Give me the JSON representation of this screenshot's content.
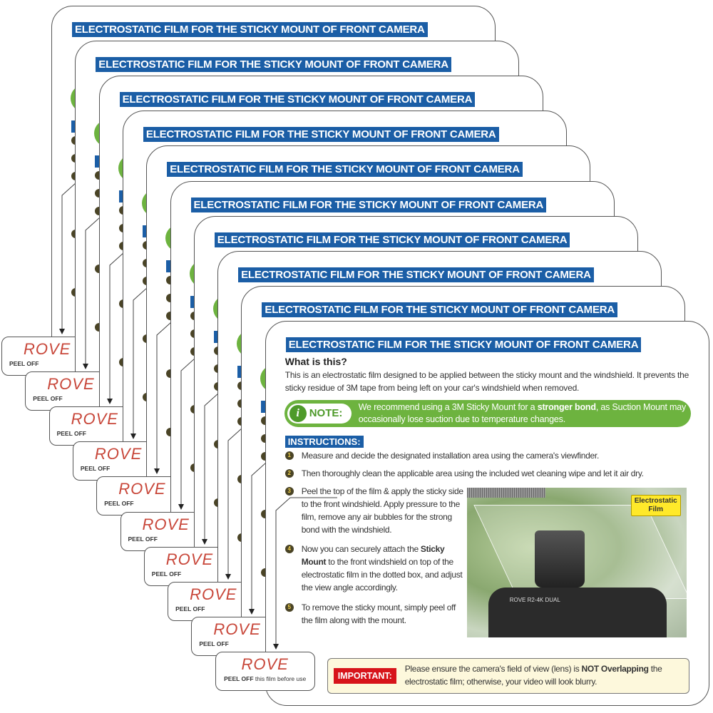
{
  "card": {
    "title": "ELECTROSTATIC FILM FOR THE STICKY MOUNT OF FRONT CAMERA",
    "what_heading": "What is this?",
    "what_text": "This is an electrostatic film designed to be applied between the sticky mount and the windshield. It prevents the sticky residue of 3M tape from being left on your car's windshield when removed.",
    "note": {
      "icon": "info-icon",
      "label": "NOTE:",
      "text_pre": "We recommend using a 3M Sticky Mount for a ",
      "text_bold": "stronger bond",
      "text_post": ", as Suction Mount may occasionally lose suction due to temperature changes."
    },
    "instructions_label": "INSTRUCTIONS:",
    "steps": [
      {
        "num": "1",
        "text": "Measure and decide the designated installation area using the camera's viewfinder."
      },
      {
        "num": "2",
        "text": "Then thoroughly clean the applicable area using the included wet cleaning wipe and let it air dry."
      },
      {
        "num": "3",
        "text": "Peel the top of the film & apply the sticky side to the front windshield. Apply pressure to the film, remove any air bubbles for the strong bond with the windshield."
      },
      {
        "num": "4",
        "text_pre": "Now you can securely attach the ",
        "text_bold": "Sticky Mount",
        "text_post": " to the front windshield on top of the electrostatic film in the dotted box, and adjust the view angle accordingly."
      },
      {
        "num": "5",
        "text": "To remove the sticky mount, simply peel off the film along with the mount."
      }
    ],
    "photo": {
      "callout": "Electrostatic Film",
      "camera_label": "ROVE R2-4K DUAL"
    },
    "important": {
      "label": "IMPORTANT:",
      "text_pre": "Please ensure the camera's field of view (lens) is ",
      "text_bold": "NOT Overlapping",
      "text_post": " the electrostatic film; otherwise, your video will look blurry."
    },
    "tab": {
      "brand": "ROVE",
      "peel_bold": "PEEL OFF",
      "peel_rest": " this film before use"
    }
  },
  "colors": {
    "blue": "#1b5ea6",
    "green": "#6db33f",
    "red": "#d7141a",
    "brand": "#c8473a"
  },
  "card_count": 10
}
